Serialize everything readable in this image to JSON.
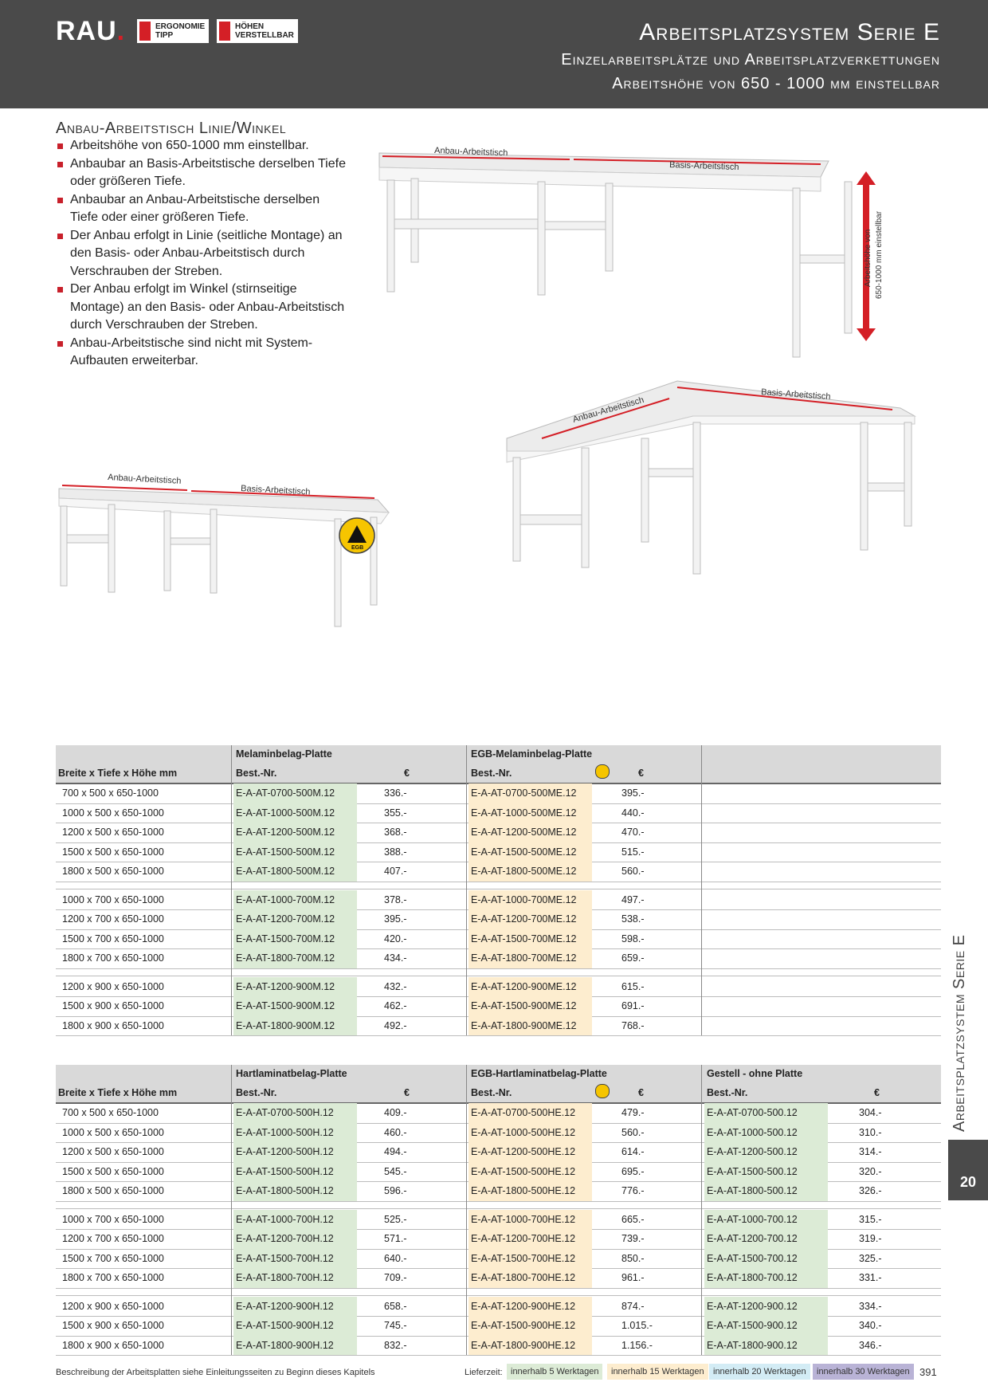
{
  "header": {
    "logo": "RAU",
    "badge1": [
      "ERGONOMIE",
      "TIPP"
    ],
    "badge2": [
      "HÖHEN",
      "VERSTELLBAR"
    ],
    "title": "Arbeitsplatzsystem Serie E",
    "subtitle1": "Einzelarbeitsplätze und Arbeitsplatzverkettungen",
    "subtitle2": "Arbeitshöhe von 650 - 1000 mm einstellbar"
  },
  "intro": {
    "title": "Anbau-Arbeitstisch Linie/Winkel",
    "bullets": [
      "Arbeitshöhe von 650-1000 mm einstellbar.",
      "Anbaubar an Basis-Arbeitstische derselben Tiefe  oder größeren Tiefe.",
      "Anbaubar an Anbau-Arbeitstische derselben Tiefe oder einer größeren Tiefe.",
      "Der Anbau erfolgt in Linie (seitliche Montage) an den Basis- oder Anbau-Arbeitstisch durch Verschrauben der Streben.",
      "Der Anbau erfolgt im Winkel (stirnseitige Montage) an den Basis- oder Anbau-Arbeitstisch durch Verschrauben der Streben.",
      "Anbau-Arbeitstische sind nicht mit System-Aufbauten erweiterbar."
    ]
  },
  "figure_labels": {
    "anbau": "Anbau-Arbeitstisch",
    "basis": "Basis-Arbeitstisch",
    "height1": "Arbeitshöhe von",
    "height2": "650-1000 mm einstellbar",
    "egb": "EGB"
  },
  "table1": {
    "col0": "Breite x Tiefe x Höhe mm",
    "group1": "Melaminbelag-Platte",
    "group2": "EGB-Melaminbelag-Platte",
    "bestnr": "Best.-Nr.",
    "euro": "€",
    "groups": [
      [
        [
          "700 x 500 x 650-1000",
          "E-A-AT-0700-500M.12",
          "336.-",
          "E-A-AT-0700-500ME.12",
          "395.-"
        ],
        [
          "1000 x 500 x 650-1000",
          "E-A-AT-1000-500M.12",
          "355.-",
          "E-A-AT-1000-500ME.12",
          "440.-"
        ],
        [
          "1200 x 500 x 650-1000",
          "E-A-AT-1200-500M.12",
          "368.-",
          "E-A-AT-1200-500ME.12",
          "470.-"
        ],
        [
          "1500 x 500 x 650-1000",
          "E-A-AT-1500-500M.12",
          "388.-",
          "E-A-AT-1500-500ME.12",
          "515.-"
        ],
        [
          "1800 x 500 x 650-1000",
          "E-A-AT-1800-500M.12",
          "407.-",
          "E-A-AT-1800-500ME.12",
          "560.-"
        ]
      ],
      [
        [
          "1000 x 700 x 650-1000",
          "E-A-AT-1000-700M.12",
          "378.-",
          "E-A-AT-1000-700ME.12",
          "497.-"
        ],
        [
          "1200 x 700 x 650-1000",
          "E-A-AT-1200-700M.12",
          "395.-",
          "E-A-AT-1200-700ME.12",
          "538.-"
        ],
        [
          "1500 x 700 x 650-1000",
          "E-A-AT-1500-700M.12",
          "420.-",
          "E-A-AT-1500-700ME.12",
          "598.-"
        ],
        [
          "1800 x 700 x 650-1000",
          "E-A-AT-1800-700M.12",
          "434.-",
          "E-A-AT-1800-700ME.12",
          "659.-"
        ]
      ],
      [
        [
          "1200 x 900 x 650-1000",
          "E-A-AT-1200-900M.12",
          "432.-",
          "E-A-AT-1200-900ME.12",
          "615.-"
        ],
        [
          "1500 x 900 x 650-1000",
          "E-A-AT-1500-900M.12",
          "462.-",
          "E-A-AT-1500-900ME.12",
          "691.-"
        ],
        [
          "1800 x 900 x 650-1000",
          "E-A-AT-1800-900M.12",
          "492.-",
          "E-A-AT-1800-900ME.12",
          "768.-"
        ]
      ]
    ]
  },
  "table2": {
    "col0": "Breite x Tiefe x Höhe mm",
    "group1": "Hartlaminatbelag-Platte",
    "group2": "EGB-Hartlaminatbelag-Platte",
    "group3": "Gestell - ohne Platte",
    "bestnr": "Best.-Nr.",
    "euro": "€",
    "groups": [
      [
        [
          "700 x 500 x 650-1000",
          "E-A-AT-0700-500H.12",
          "409.-",
          "E-A-AT-0700-500HE.12",
          "479.-",
          "E-A-AT-0700-500.12",
          "304.-"
        ],
        [
          "1000 x 500 x 650-1000",
          "E-A-AT-1000-500H.12",
          "460.-",
          "E-A-AT-1000-500HE.12",
          "560.-",
          "E-A-AT-1000-500.12",
          "310.-"
        ],
        [
          "1200 x 500 x 650-1000",
          "E-A-AT-1200-500H.12",
          "494.-",
          "E-A-AT-1200-500HE.12",
          "614.-",
          "E-A-AT-1200-500.12",
          "314.-"
        ],
        [
          "1500 x 500 x 650-1000",
          "E-A-AT-1500-500H.12",
          "545.-",
          "E-A-AT-1500-500HE.12",
          "695.-",
          "E-A-AT-1500-500.12",
          "320.-"
        ],
        [
          "1800 x 500 x 650-1000",
          "E-A-AT-1800-500H.12",
          "596.-",
          "E-A-AT-1800-500HE.12",
          "776.-",
          "E-A-AT-1800-500.12",
          "326.-"
        ]
      ],
      [
        [
          "1000 x 700 x 650-1000",
          "E-A-AT-1000-700H.12",
          "525.-",
          "E-A-AT-1000-700HE.12",
          "665.-",
          "E-A-AT-1000-700.12",
          "315.-"
        ],
        [
          "1200 x 700 x 650-1000",
          "E-A-AT-1200-700H.12",
          "571.-",
          "E-A-AT-1200-700HE.12",
          "739.-",
          "E-A-AT-1200-700.12",
          "319.-"
        ],
        [
          "1500 x 700 x 650-1000",
          "E-A-AT-1500-700H.12",
          "640.-",
          "E-A-AT-1500-700HE.12",
          "850.-",
          "E-A-AT-1500-700.12",
          "325.-"
        ],
        [
          "1800 x 700 x 650-1000",
          "E-A-AT-1800-700H.12",
          "709.-",
          "E-A-AT-1800-700HE.12",
          "961.-",
          "E-A-AT-1800-700.12",
          "331.-"
        ]
      ],
      [
        [
          "1200 x 900 x 650-1000",
          "E-A-AT-1200-900H.12",
          "658.-",
          "E-A-AT-1200-900HE.12",
          "874.-",
          "E-A-AT-1200-900.12",
          "334.-"
        ],
        [
          "1500 x 900 x 650-1000",
          "E-A-AT-1500-900H.12",
          "745.-",
          "E-A-AT-1500-900HE.12",
          "1.015.-",
          "E-A-AT-1500-900.12",
          "340.-"
        ],
        [
          "1800 x 900 x 650-1000",
          "E-A-AT-1800-900H.12",
          "832.-",
          "E-A-AT-1800-900HE.12",
          "1.156.-",
          "E-A-AT-1800-900.12",
          "346.-"
        ]
      ]
    ]
  },
  "side": {
    "text": "Arbeitsplatzsystem Serie E",
    "chapter": "20"
  },
  "footer": {
    "note": "Beschreibung der Arbeitsplatten siehe Einleitungsseiten zu Beginn dieses Kapitels",
    "lieferzeit": "Lieferzeit:",
    "legend": [
      "innerhalb 5 Werktagen",
      "innerhalb 15 Werktagen",
      "innerhalb 20 Werktagen",
      "innerhalb 30 Werktagen"
    ],
    "page": "391"
  },
  "colors": {
    "header_bg": "#4a4a4a",
    "accent_red": "#d41f26",
    "green": "#dcebd6",
    "orange": "#fdedcf",
    "blue": "#d3ecf5",
    "purple": "#b9b3d6"
  }
}
